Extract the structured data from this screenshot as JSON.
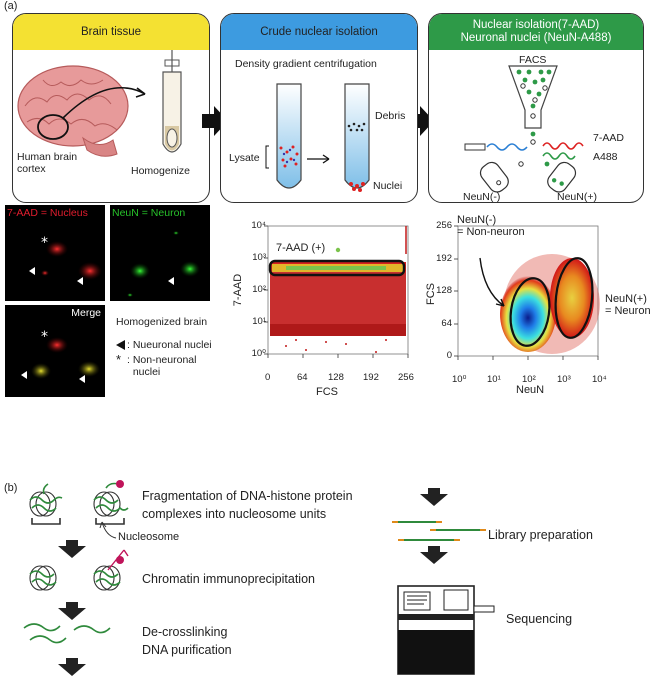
{
  "label_a": "(a)",
  "label_b": "(b)",
  "panel1": {
    "title": "Brain tissue",
    "cortex_label": "Human brain\ncortex",
    "homogenize": "Homogenize",
    "color": "#f4e132"
  },
  "panel2": {
    "title": "Crude nuclear isolation",
    "subtitle": "Density gradient centrifugation",
    "lysate": "Lysate",
    "debris": "Debris",
    "nuclei": "Nuclei",
    "color": "#3d9be0"
  },
  "panel3": {
    "title_line1": "Nuclear isolation(7-AAD)",
    "title_line2": "Neuronal nuclei (NeuN-A488)",
    "facs": "FACS",
    "aad": "7-AAD",
    "a488": "A488",
    "neg": "NeuN(-)",
    "pos": "NeuN(+)",
    "color": "#2e9a48"
  },
  "micro": {
    "nucleus": "7-AAD = Nucleus",
    "neuron": "NeuN = Neuron",
    "merge": "Merge",
    "homog": "Homogenized brain",
    "neuronal": ": Nueuronal nuclei",
    "nonneuronal": ": Non-neuronal\n  nuclei"
  },
  "plot1": {
    "gate": "7-AAD (+)",
    "xlabel": "FCS",
    "ylabel": "7-AAD",
    "xticks": [
      "0",
      "64",
      "128",
      "192",
      "256"
    ],
    "yticks": [
      "10⁰",
      "10¹",
      "10²",
      "10³",
      "10⁴"
    ]
  },
  "plot2": {
    "neg_label": "NeuN(-)\n= Non-neuron",
    "pos_label": "NeuN(+)\n= Neuron",
    "xlabel": "NeuN",
    "ylabel": "FCS",
    "xticks": [
      "10⁰",
      "10¹",
      "10²",
      "10³",
      "10⁴"
    ],
    "yticks": [
      "0",
      "64",
      "128",
      "192",
      "256"
    ]
  },
  "steps": {
    "frag_l1": "Fragmentation of  DNA-histone protein",
    "frag_l2": "complexes into nucleosome units",
    "nucleosome": "Nucleosome",
    "chip": "Chromatin immunoprecipitation",
    "decross": "De-crosslinking",
    "purif": "DNA purification",
    "library": "Library preparation",
    "seq": "Sequencing"
  },
  "colors": {
    "dna": "#2f8a3c",
    "antibody": "#c0145a",
    "red": "#e11d2e",
    "green": "#27c22a"
  }
}
